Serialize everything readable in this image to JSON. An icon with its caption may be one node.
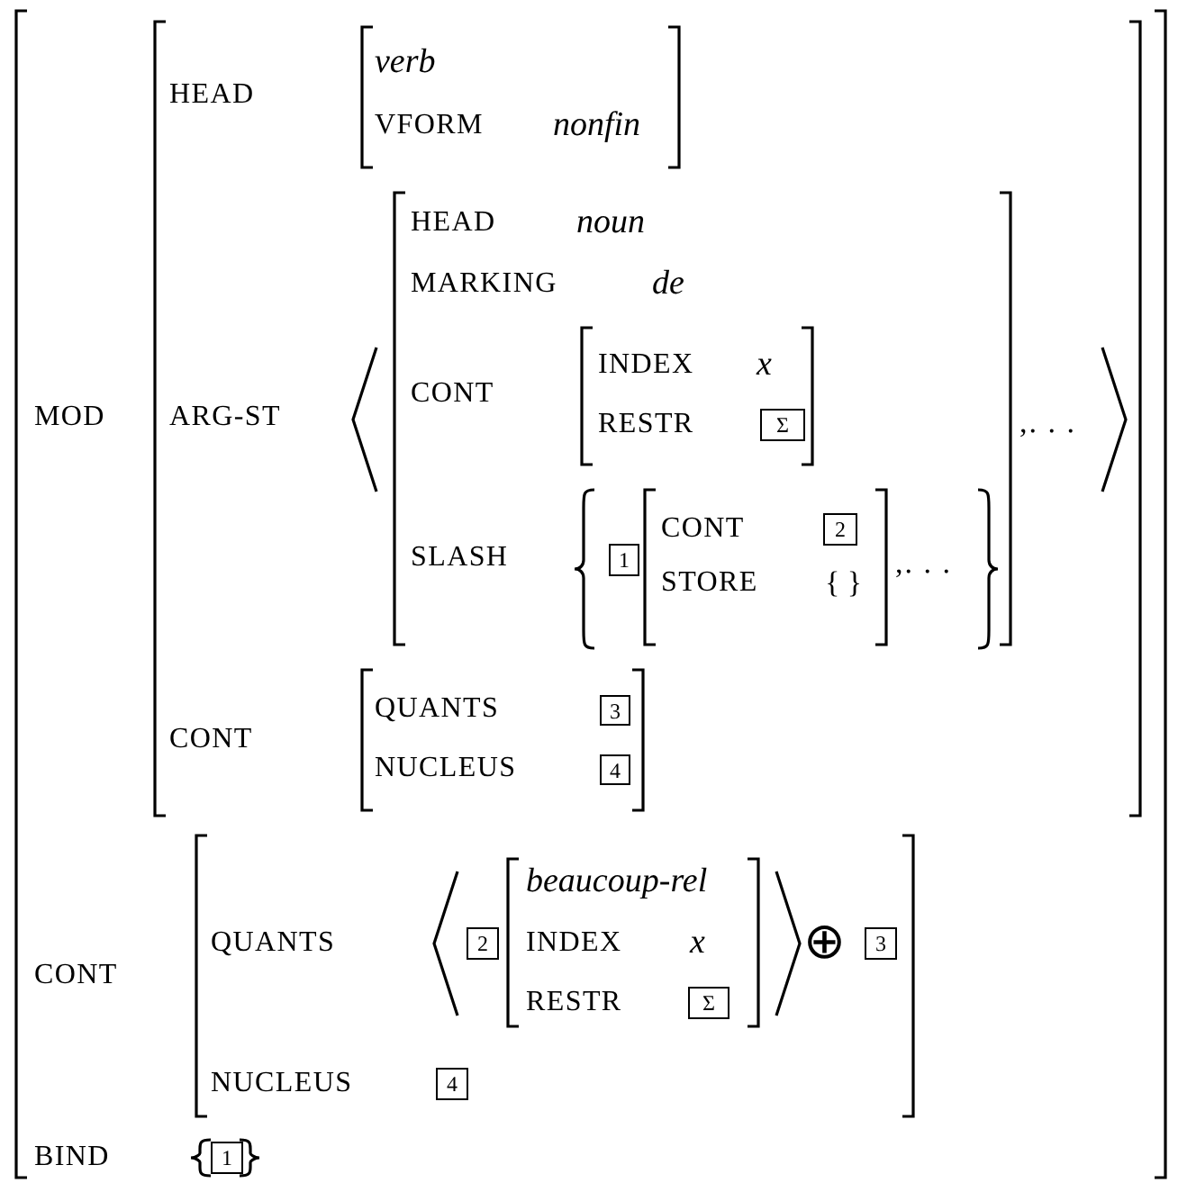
{
  "diagram": {
    "nodes": [
      {
        "text": [
          "MOD",
          "CONT",
          "BIND"
        ]
      },
      {
        "text": [
          "HEAD",
          "ARG-ST",
          "CONT"
        ],
        "in": 0
      },
      {
        "text": [
          "verb",
          "VFORM",
          "nonfin"
        ],
        "in": 1
      },
      {
        "text": [
          ",. . ."
        ],
        "in": 1
      },
      {
        "text": [
          "HEAD",
          "noun",
          "MARKING",
          "de",
          "CONT",
          "SLASH"
        ],
        "in": 3
      },
      {
        "text": [
          "INDEX",
          "x",
          "RESTR"
        ],
        "in": 4
      },
      {
        "text": [
          "Σ"
        ],
        "in": 5
      },
      {
        "text": [
          ",. . ."
        ],
        "in": 4
      },
      {
        "text": [
          "1"
        ],
        "in": 7
      },
      {
        "text": [
          "CONT",
          "STORE",
          "{ }"
        ],
        "in": 7
      },
      {
        "text": [
          "2"
        ],
        "in": 9
      },
      {
        "text": [
          "QUANTS",
          "NUCLEUS"
        ],
        "in": 1
      },
      {
        "text": [
          "3"
        ],
        "in": 11
      },
      {
        "text": [
          "4"
        ],
        "in": 11
      },
      {
        "text": [
          "QUANTS",
          "⊕",
          "NUCLEUS"
        ],
        "in": 0
      },
      {
        "text": [],
        "shape": "bracket",
        "in": 14
      },
      {
        "text": [
          "2"
        ],
        "in": 15
      },
      {
        "text": [
          "beaucoup-rel",
          "INDEX",
          "x",
          "RESTR"
        ],
        "in": 15
      },
      {
        "text": [
          "Σ"
        ],
        "in": 17
      },
      {
        "text": [
          "3"
        ],
        "in": 14
      },
      {
        "text": [
          "4"
        ],
        "in": 14
      },
      {
        "text": [],
        "shape": "bracket",
        "in": 0
      },
      {
        "text": [
          "1"
        ],
        "in": 21
      }
    ]
  }
}
